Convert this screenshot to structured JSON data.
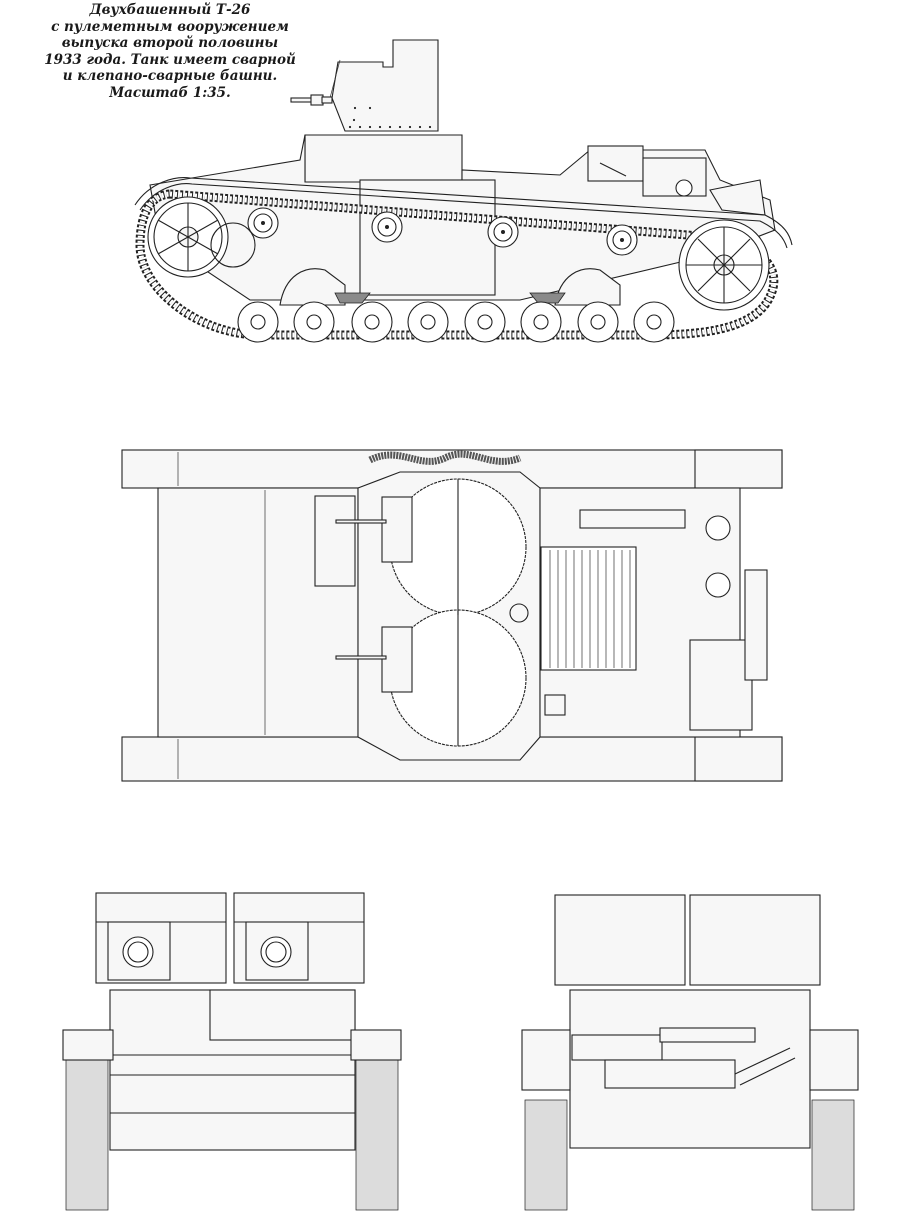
{
  "caption": {
    "lines": [
      "Двухбашенный Т-26",
      "с пулеметным вооружением",
      "выпуска второй половины",
      "1933 года. Танк имеет сварной",
      "и клепано-сварные башни.",
      "Масштаб 1:35."
    ]
  },
  "drawing": {
    "subject": "T-26 twin-turret tank",
    "views": [
      {
        "id": "side",
        "label": "side-view"
      },
      {
        "id": "top",
        "label": "top-view"
      },
      {
        "id": "front",
        "label": "front-view"
      },
      {
        "id": "rear",
        "label": "rear-view"
      }
    ],
    "scale": "1:35",
    "colors": {
      "line": "#222222",
      "background": "#ffffff",
      "shade": "#8a8a8a"
    }
  }
}
